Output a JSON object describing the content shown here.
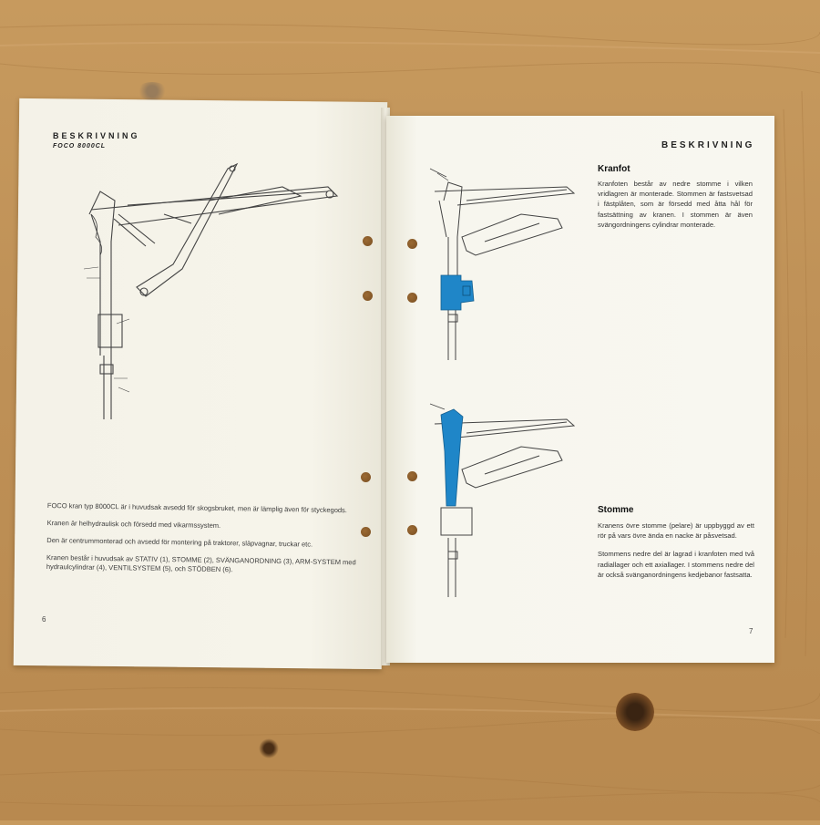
{
  "left_page": {
    "header": "BESKRIVNING",
    "subheader": "FOCO 8000CL",
    "paragraphs": [
      "FOCO kran typ 8000CL är i huvudsak avsedd för skogsbruket, men är lämplig även för styckegods.",
      "Kranen är helhydraulisk och försedd med vikarmssystem.",
      "Den är centrummonterad och avsedd för montering på traktorer, släpvagnar, truckar etc.",
      "Kranen består i huvudsak av STATIV (1), STOMME (2), SVÄNGANORDNING (3), ARM-SYSTEM med hydraulcylindrar (4), VENTILSYSTEM (5), och STÖDBEN (6)."
    ],
    "page_number": "6"
  },
  "right_page": {
    "header": "BESKRIVNING",
    "sections": [
      {
        "title": "Kranfot",
        "paragraphs": [
          "Kranfoten består av nedre stomme i vilken vridlagren är monterade. Stommen är fastsvetsad i fästplåten, som är försedd med åtta hål för fastsättning av kranen. I stommen är även svängordningens cylindrar monterade."
        ]
      },
      {
        "title": "Stomme",
        "paragraphs": [
          "Kranens övre stomme (pelare) är uppbyggd av ett rör på vars övre ända en nacke är påsvetsad.",
          "Stommens nedre del är lagrad i kranfoten med två radiallager och ett axiallager. I stommens nedre del är också svänganordningens kedjebanor fastsatta."
        ]
      }
    ],
    "page_number": "7"
  },
  "colors": {
    "highlight": "#1f86c8",
    "line": "#3d3d3d",
    "wood": "#c4955a"
  }
}
